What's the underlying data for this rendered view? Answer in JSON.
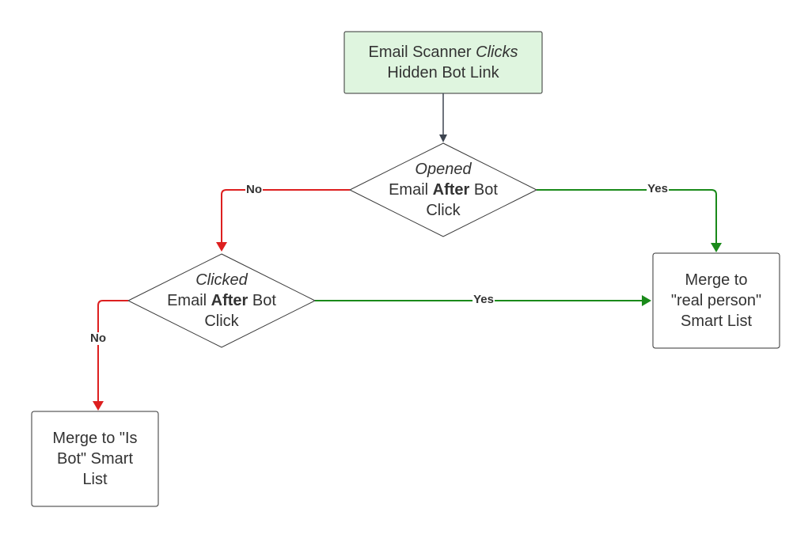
{
  "nodes": {
    "start": {
      "line1_a": "Email Scanner ",
      "line1_b": "Clicks",
      "line2": "Hidden Bot Link"
    },
    "opened": {
      "line1": "Opened",
      "line2_a": "Email ",
      "line2_b": "After",
      "line2_c": " Bot",
      "line3": "Click"
    },
    "clicked": {
      "line1": "Clicked",
      "line2_a": "Email ",
      "line2_b": "After",
      "line2_c": " Bot",
      "line3": "Click"
    },
    "real_person": {
      "line1": "Merge to",
      "line2": "\"real person\"",
      "line3": "Smart List"
    },
    "is_bot": {
      "line1": "Merge to \"Is",
      "line2": "Bot\" Smart",
      "line3": "List"
    }
  },
  "edges": {
    "opened_no": "No",
    "opened_yes": "Yes",
    "clicked_yes": "Yes",
    "clicked_no": "No"
  },
  "colors": {
    "start_fill": "#dff5df",
    "border": "#333333",
    "no_edge": "#dd1f1f",
    "yes_edge": "#1a8a1a",
    "neutral_edge": "#3d4450"
  }
}
